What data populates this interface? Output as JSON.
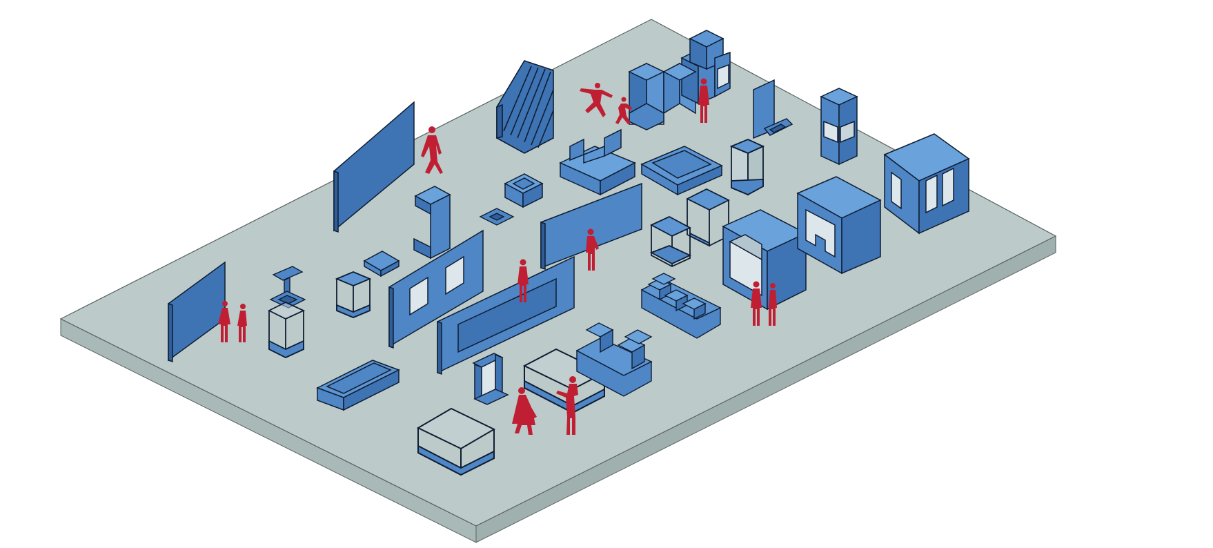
{
  "scene": {
    "kind": "isometric exhibition furniture diagram",
    "colors": {
      "background": "#ffffff",
      "floor_top": "#bccac9",
      "floor_side": "#a9b9b8",
      "floor_edge": "#55625f",
      "furniture_face": "#4f86c6",
      "furniture_light": "#5d96d2",
      "furniture_dark": "#2f5e98",
      "glass": "#dde6ea",
      "outline": "#0f1d33",
      "figure": "#c01f33"
    },
    "items": [
      {
        "name": "wall-panel-left",
        "type": "wall panel"
      },
      {
        "name": "wall-panel-tall-back",
        "type": "wall panel"
      },
      {
        "name": "pedestal-stand",
        "type": "lectern stand"
      },
      {
        "name": "glass-vitrine-tall",
        "type": "glass vitrine"
      },
      {
        "name": "cube-open-small",
        "type": "open cube display"
      },
      {
        "name": "lectern-top",
        "type": "display shelf"
      },
      {
        "name": "wall-with-windows",
        "type": "wall panel with openings"
      },
      {
        "name": "l-bracket-shelf",
        "type": "shelf"
      },
      {
        "name": "small-plinth",
        "type": "plinth"
      },
      {
        "name": "floor-plate",
        "type": "floor plate"
      },
      {
        "name": "bench-long",
        "type": "bench"
      },
      {
        "name": "framed-screen-wall",
        "type": "screen wall"
      },
      {
        "name": "mid-wall-panel",
        "type": "wall panel"
      },
      {
        "name": "door-frame",
        "type": "door frame"
      },
      {
        "name": "glass-vitrine-low",
        "type": "glass table vitrine"
      },
      {
        "name": "glass-vitrine-center",
        "type": "glass table vitrine"
      },
      {
        "name": "stepped-blocks-front",
        "type": "stepped seating"
      },
      {
        "name": "stepped-blocks-right",
        "type": "stepped seating"
      },
      {
        "name": "louvre-panel-rack",
        "type": "panel rack"
      },
      {
        "name": "cube-stack-back",
        "type": "cube shelving"
      },
      {
        "name": "stepped-plinth",
        "type": "stepped plinth"
      },
      {
        "name": "square-platform",
        "type": "platform"
      },
      {
        "name": "open-frame-cubes",
        "type": "open frame cubes"
      },
      {
        "name": "tall-glass-cabinet",
        "type": "glass cabinet"
      },
      {
        "name": "back-panel-with-tray",
        "type": "wall panel"
      },
      {
        "name": "kiosk-tower",
        "type": "kiosk"
      },
      {
        "name": "cabinet-window-large",
        "type": "display cabinet"
      },
      {
        "name": "cabinet-notched",
        "type": "display cabinet"
      },
      {
        "name": "cabinet-triple-slot",
        "type": "display cabinet"
      }
    ],
    "figures": [
      {
        "name": "figure-pair-left"
      },
      {
        "name": "figure-walking-back"
      },
      {
        "name": "figure-jumping"
      },
      {
        "name": "figure-child"
      },
      {
        "name": "figure-standing-cubes"
      },
      {
        "name": "figure-at-screen"
      },
      {
        "name": "figure-at-wall"
      },
      {
        "name": "figure-pair-cabinet"
      },
      {
        "name": "figure-dress-front"
      },
      {
        "name": "figure-at-vitrine"
      }
    ]
  }
}
